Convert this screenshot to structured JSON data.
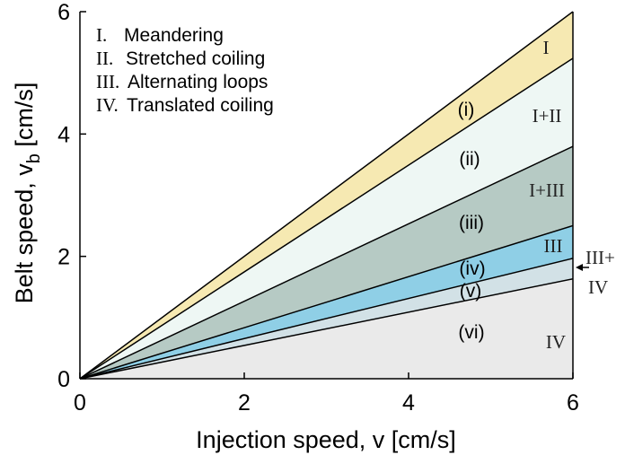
{
  "chart_data": {
    "type": "area",
    "xlabel": "Injection speed, v [cm/s]",
    "ylabel_main": "Belt speed, v",
    "ylabel_sub": "b",
    "ylabel_unit": " [cm/s]",
    "xlim": [
      0,
      6
    ],
    "ylim": [
      0,
      6
    ],
    "xticks": [
      "0",
      "2",
      "4",
      "6"
    ],
    "yticks": [
      "0",
      "2",
      "4",
      "6"
    ],
    "boundary_slopes": [
      1.0,
      0.873,
      0.633,
      0.417,
      0.328,
      0.272
    ],
    "bands": [
      {
        "label": "(i)",
        "regime": "I",
        "upper_slope": 1.0,
        "lower_slope": 0.873,
        "color": "#f6e9b2"
      },
      {
        "label": "(ii)",
        "regime": "I+II",
        "upper_slope": 0.873,
        "lower_slope": 0.633,
        "color": "#eef7f4"
      },
      {
        "label": "(iii)",
        "regime": "I+III",
        "upper_slope": 0.633,
        "lower_slope": 0.417,
        "color": "#b6cac4"
      },
      {
        "label": "(iv)",
        "regime": "III",
        "upper_slope": 0.417,
        "lower_slope": 0.328,
        "color": "#8fcfe6"
      },
      {
        "label": "(v)",
        "regime": "III+ IV",
        "upper_slope": 0.328,
        "lower_slope": 0.272,
        "color": "#d2e1e6"
      },
      {
        "label": "(vi)",
        "regime": "IV",
        "upper_slope": 0.272,
        "lower_slope": 0.0,
        "color": "#eaeaea"
      }
    ],
    "legend": [
      {
        "num": "I.",
        "text": "Meandering"
      },
      {
        "num": "II.",
        "text": "Stretched coiling"
      },
      {
        "num": "III.",
        "text": "Alternating loops"
      },
      {
        "num": "IV.",
        "text": "Translated coiling"
      }
    ],
    "legend_position": "top-left",
    "outside_label": {
      "line1": "III+",
      "line2": "IV"
    },
    "grid": false
  }
}
